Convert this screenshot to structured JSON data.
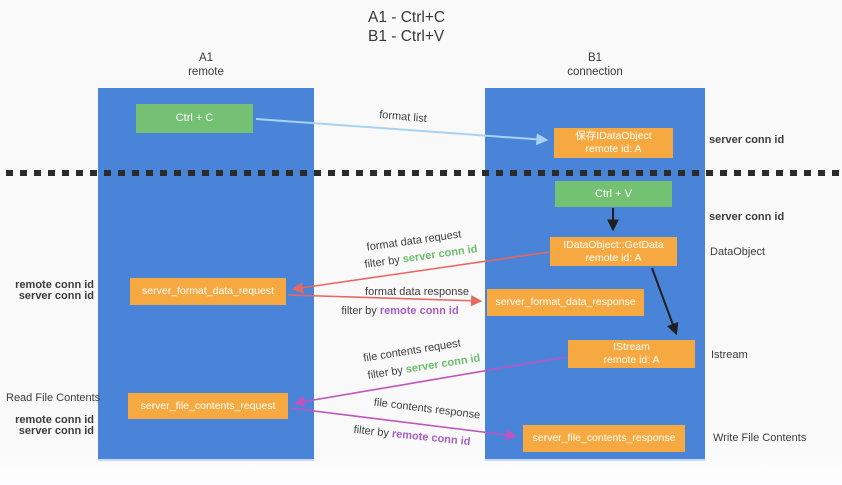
{
  "title": {
    "line1": "A1 - Ctrl+C",
    "line2": "B1 - Ctrl+V"
  },
  "lanes": {
    "a1": {
      "name": "A1",
      "role": "remote"
    },
    "b1": {
      "name": "B1",
      "role": "connection"
    }
  },
  "nodes": {
    "ctrl_c": {
      "label": "Ctrl + C"
    },
    "ctrl_v": {
      "label": "Ctrl + V"
    },
    "save_idataobject": {
      "line1": "保存IDataObject",
      "line2": "remote id: A"
    },
    "getdata": {
      "line1": "IDataObject::GetData",
      "line2": "remote id: A"
    },
    "istream": {
      "line1": "IStream",
      "line2": "remote id: A"
    },
    "format_request": {
      "label": "server_format_data_request"
    },
    "format_response": {
      "label": "server_format_data_response"
    },
    "file_request": {
      "label": "server_file_contents_request"
    },
    "file_response": {
      "label": "server_file_contents_response"
    }
  },
  "edge_labels": {
    "format_list": "format list",
    "format_data_request": "format data request",
    "format_data_response": "format data response",
    "file_contents_request": "file contents request",
    "file_contents_response": "file contents response",
    "filter_by": "filter by",
    "server_conn_id": "server conn id",
    "remote_conn_id": "remote conn id"
  },
  "side_labels": {
    "server_conn_id": "server conn id",
    "remote_conn_id": "remote conn id",
    "dataobject": "DataObject",
    "istream": "Istream",
    "read_file_contents": "Read File Contents",
    "write_file_contents": "Write File Contents"
  },
  "colors": {
    "lane_blue": "#4a84d8",
    "node_orange": "#f7a941",
    "node_green": "#74c174",
    "green_text": "#6dbf6c",
    "purple_text": "#a55fc4",
    "red_arrow": "#e8685f",
    "magenta_arrow": "#bf53bf",
    "light_blue_arrow": "#a8d2f1",
    "black_arrow": "#1f1f1f"
  }
}
